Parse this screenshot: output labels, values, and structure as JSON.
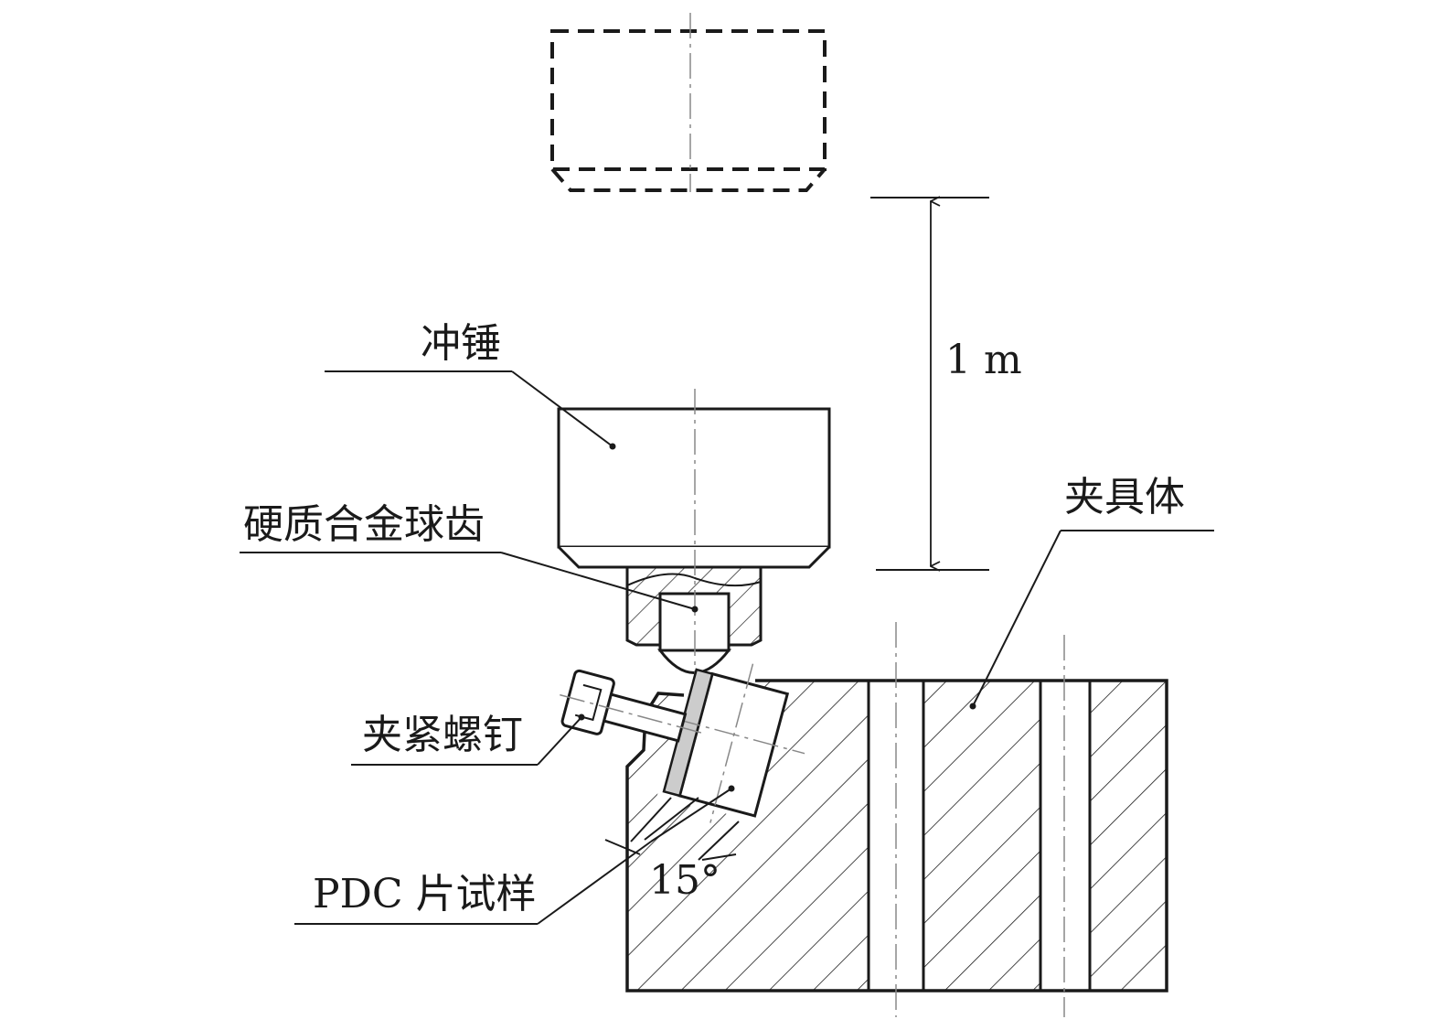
{
  "labels": {
    "hammer": "冲锤",
    "ball_tooth": "硬质合金球齿",
    "fixture_body": "夹具体",
    "clamp_screw": "夹紧螺钉",
    "pdc_sample": "PDC 片试样"
  },
  "dimensions": {
    "drop_height": "1 m",
    "tilt_angle": "15°"
  },
  "colors": {
    "line": "#1a1a1a",
    "centerline": "#888888",
    "background": "#ffffff"
  }
}
